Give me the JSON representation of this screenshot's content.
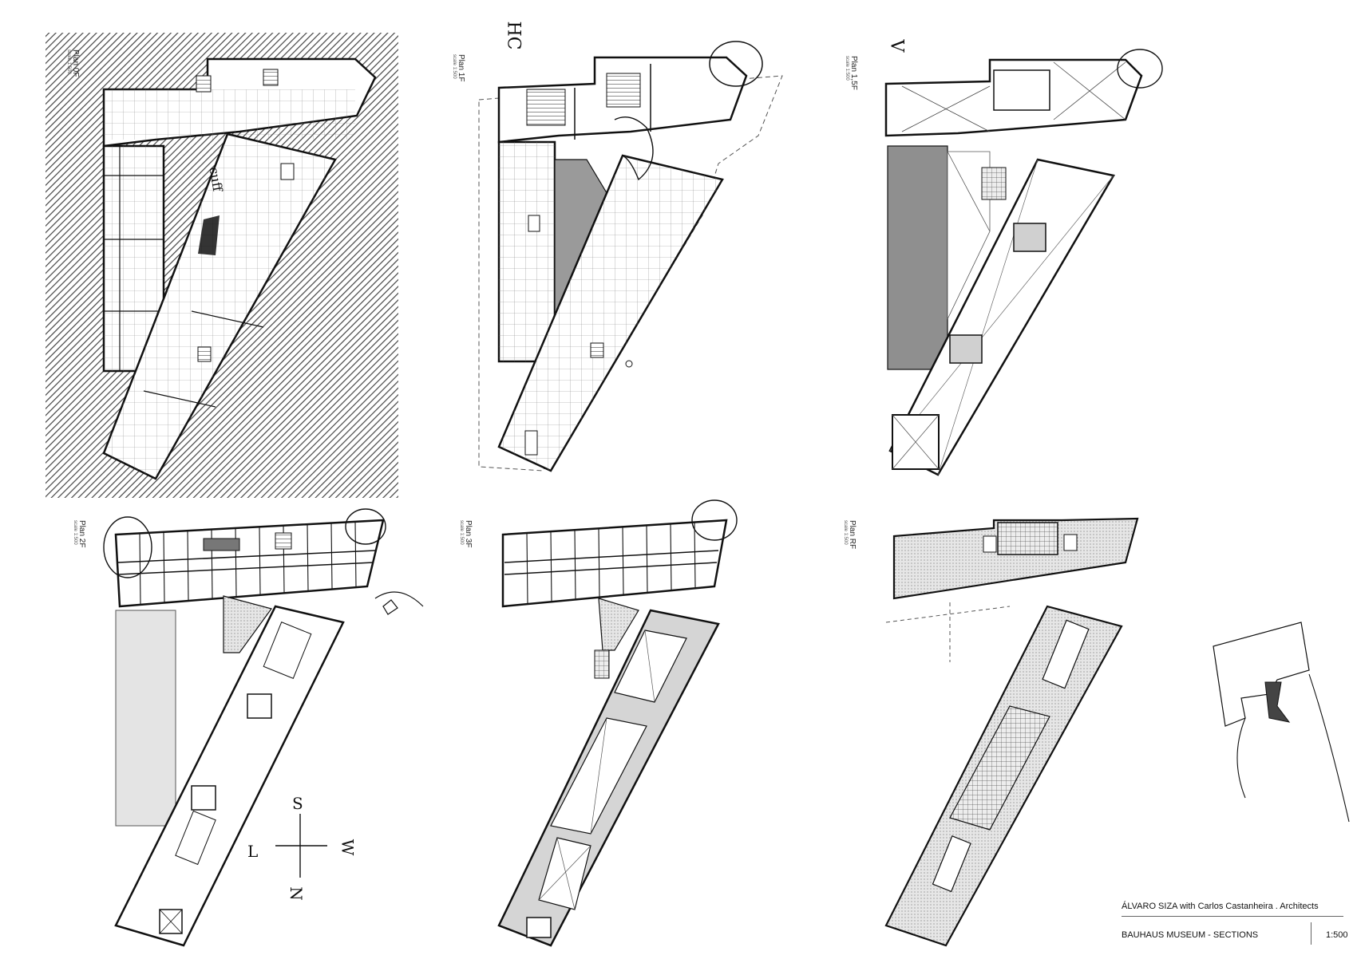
{
  "sheet": {
    "credit": "ÁLVARO SIZA with Carlos Castanheira . Architects",
    "project_title": "BAUHAUS MUSEUM - SECTIONS",
    "scale": "1:500"
  },
  "plans": [
    {
      "label": "Plan 0F",
      "scale_note": "scale 1:500"
    },
    {
      "label": "Plan 1F",
      "scale_note": "scale 1:500"
    },
    {
      "label": "Plan 1,5F",
      "scale_note": "scale 1:500"
    },
    {
      "label": "Plan 2F",
      "scale_note": "scale 1:500"
    },
    {
      "label": "Plan 3F",
      "scale_note": "scale 1:500"
    },
    {
      "label": "Plan RF",
      "scale_note": "scale 1:500"
    }
  ],
  "handwriting": {
    "note_1f": "HC",
    "note_15f": "V",
    "note_0f": "cuff",
    "compass": {
      "s": "S",
      "w": "W",
      "n": "N",
      "e": "L"
    }
  },
  "colors": {
    "ink": "#1a1a1a",
    "tone_dark": "#8f8f8f",
    "tone_light": "#d8d8d8",
    "hatch_bg": "#5a5a5a"
  }
}
